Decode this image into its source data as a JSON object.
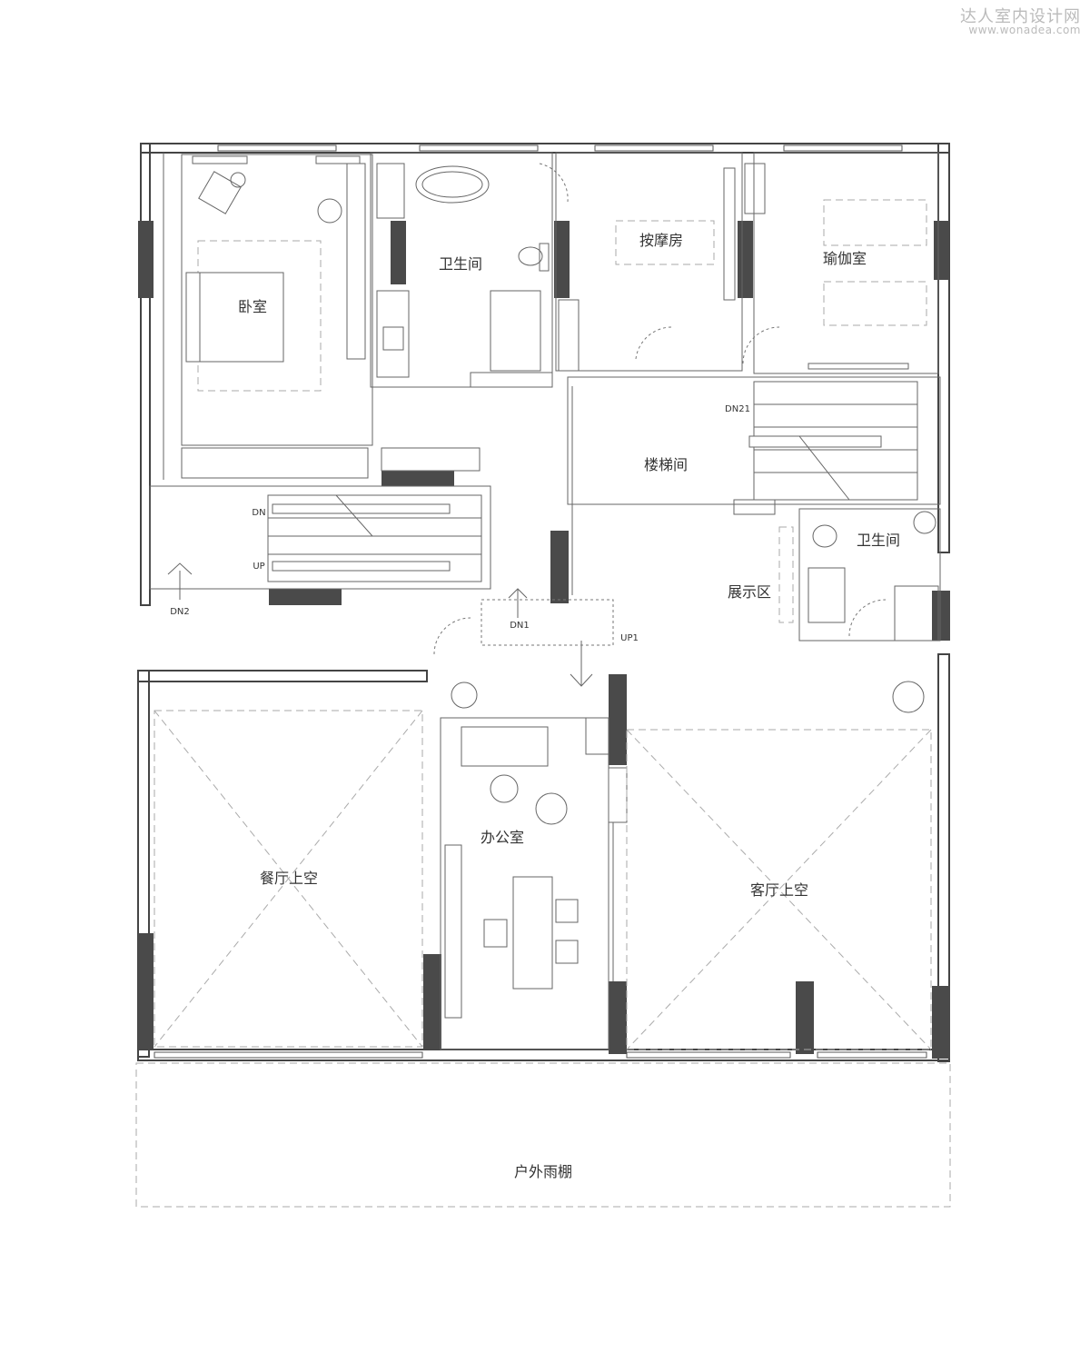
{
  "watermark": {
    "site_name": "达人室内设计网",
    "url": "www.wonadea.com"
  },
  "rooms": {
    "bedroom": "卧室",
    "bathroom_main": "卫生间",
    "massage_room": "按摩房",
    "yoga_room": "瑜伽室",
    "stairwell": "楼梯间",
    "bathroom_small": "卫生间",
    "display_area": "展示区",
    "office": "办公室",
    "dining_void": "餐厅上空",
    "living_void": "客厅上空",
    "outdoor_canopy": "户外雨棚"
  },
  "stair_marks": {
    "dn": "DN",
    "up": "UP",
    "dn1": "DN1",
    "dn2": "DN2",
    "dn21": "DN21",
    "up1": "UP1"
  },
  "colors": {
    "wall": "#444444",
    "column_fill": "#4a4a4a",
    "dashed_line": "#aaaaaa",
    "label_text": "#333333"
  }
}
